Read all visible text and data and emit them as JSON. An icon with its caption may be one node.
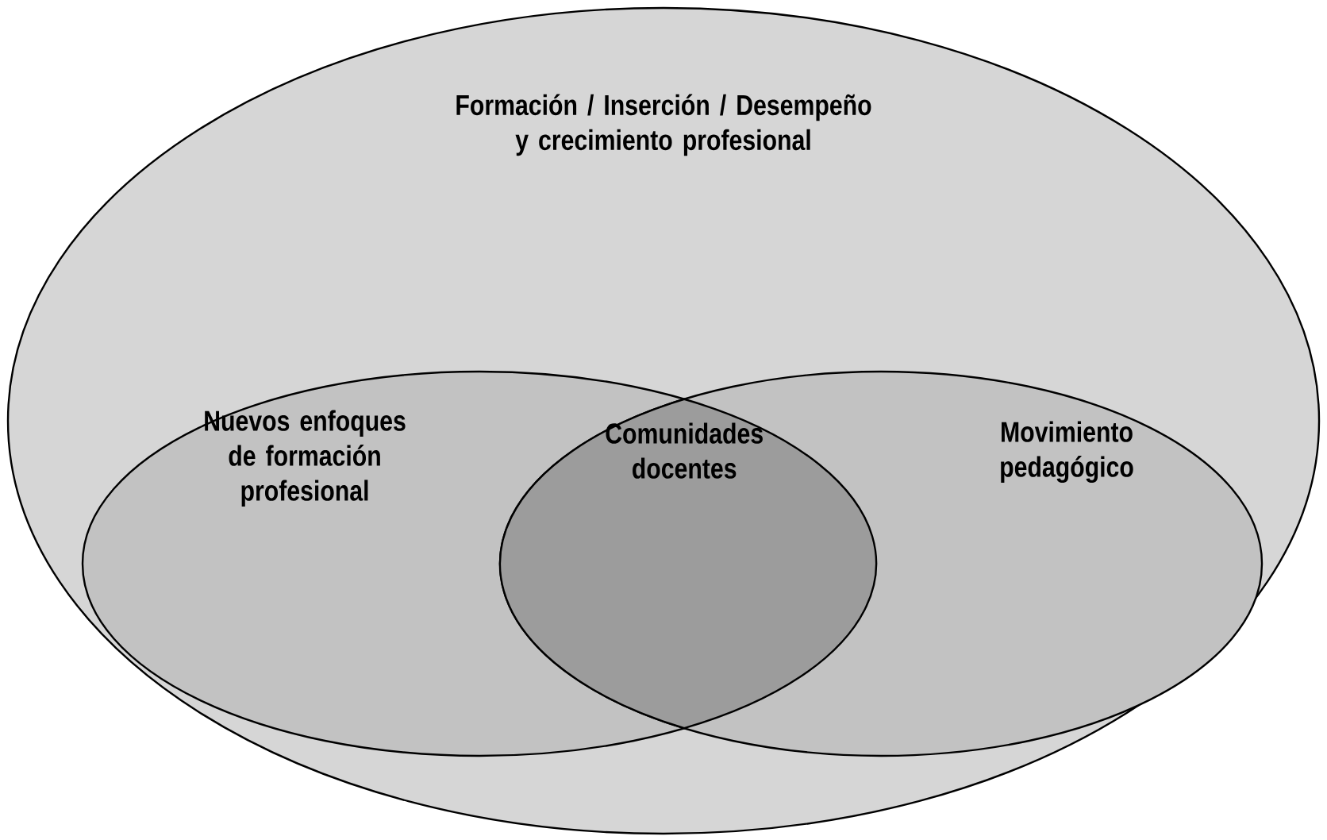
{
  "diagram": {
    "nodes": [
      {
        "text": [
          "Formación / Inserción / Desempeño y crecimiento profesional"
        ]
      },
      {
        "text": [
          "Nuevos enfoques de formación profesional"
        ],
        "in": 0
      },
      {
        "text": [
          "Movimiento pedagógico"
        ],
        "in": 0
      },
      {
        "text": [
          "Comunidades docentes"
        ]
      }
    ]
  }
}
